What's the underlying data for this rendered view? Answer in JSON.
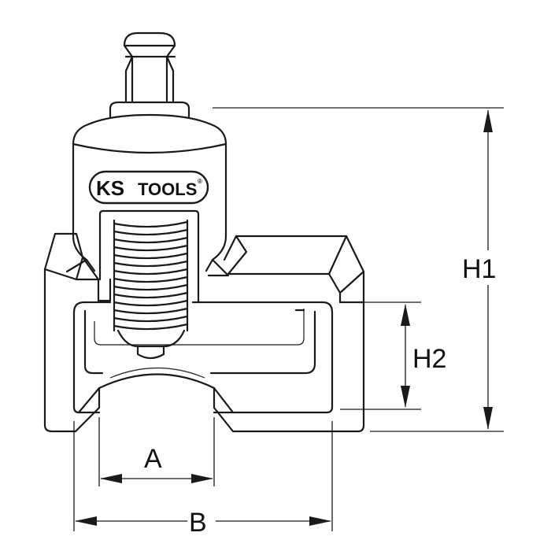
{
  "logo": {
    "part1": "KS",
    "part2": "TOOLS",
    "mark": "®"
  },
  "dimensions": {
    "h1": "H1",
    "h2": "H2",
    "a": "A",
    "b": "B"
  },
  "colors": {
    "line": "#1a1a1a",
    "background": "#ffffff"
  }
}
